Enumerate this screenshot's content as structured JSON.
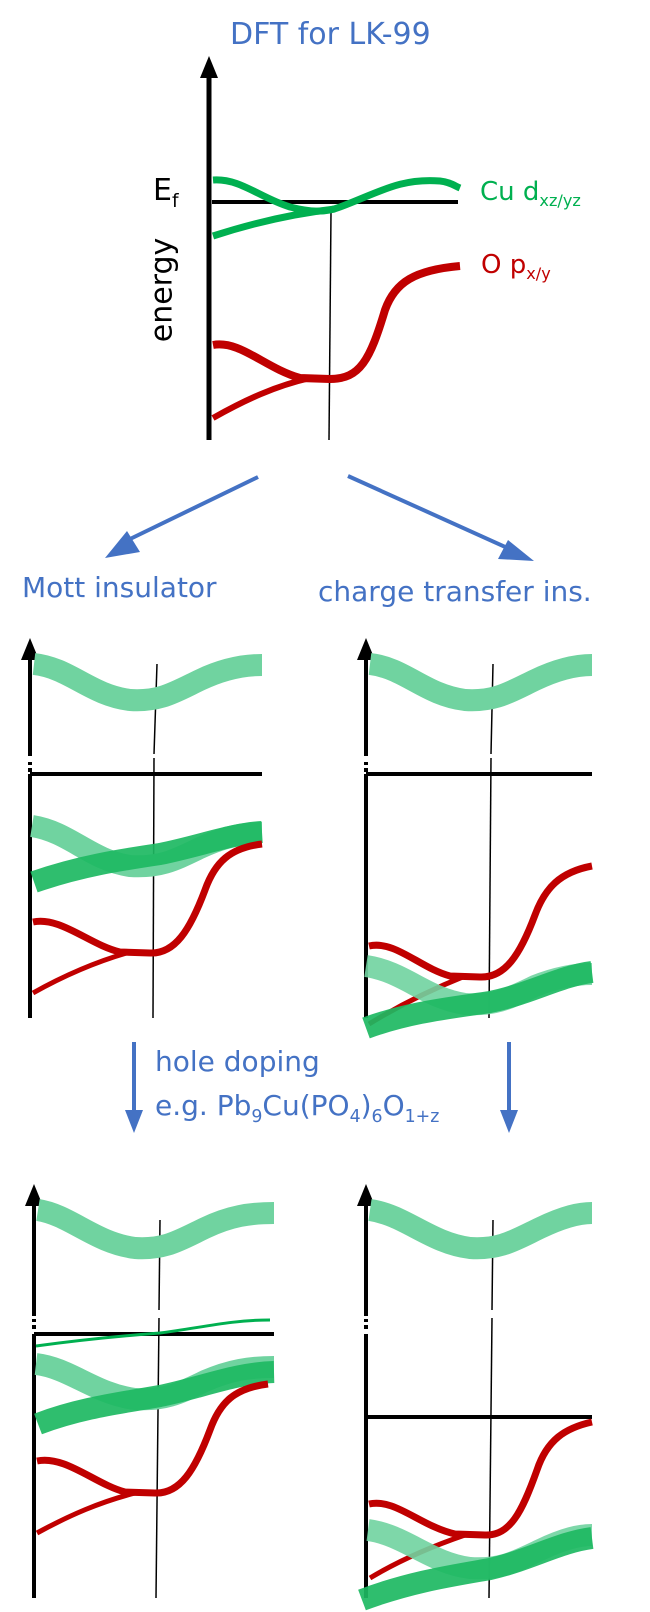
{
  "title": "DFT for LK-99",
  "top_panel": {
    "ef_label_main": "E",
    "ef_label_sub": "f",
    "yaxis_label": "energy",
    "legend": [
      {
        "main": "Cu d",
        "sub": "xz/yz",
        "color": "#00b050"
      },
      {
        "main": "O p",
        "sub": "x/y",
        "color": "#c00000"
      }
    ]
  },
  "branches": {
    "left_label": "Mott insulator",
    "right_label": "charge transfer ins."
  },
  "doping": {
    "line1": "hole doping",
    "line2_prefix": "e.g. Pb",
    "sub_9": "9",
    "mid1": "Cu(PO",
    "sub_4": "4",
    "mid2": ")",
    "sub_6": "6",
    "mid3": "O",
    "sub_1z": "1+z"
  },
  "colors": {
    "accent_blue": "#4472c4",
    "cu_green": "#00b050",
    "cu_green_light": "#70d3a0",
    "cu_green_dark": "#1db862",
    "o_red": "#c00000",
    "axis": "#000000"
  }
}
